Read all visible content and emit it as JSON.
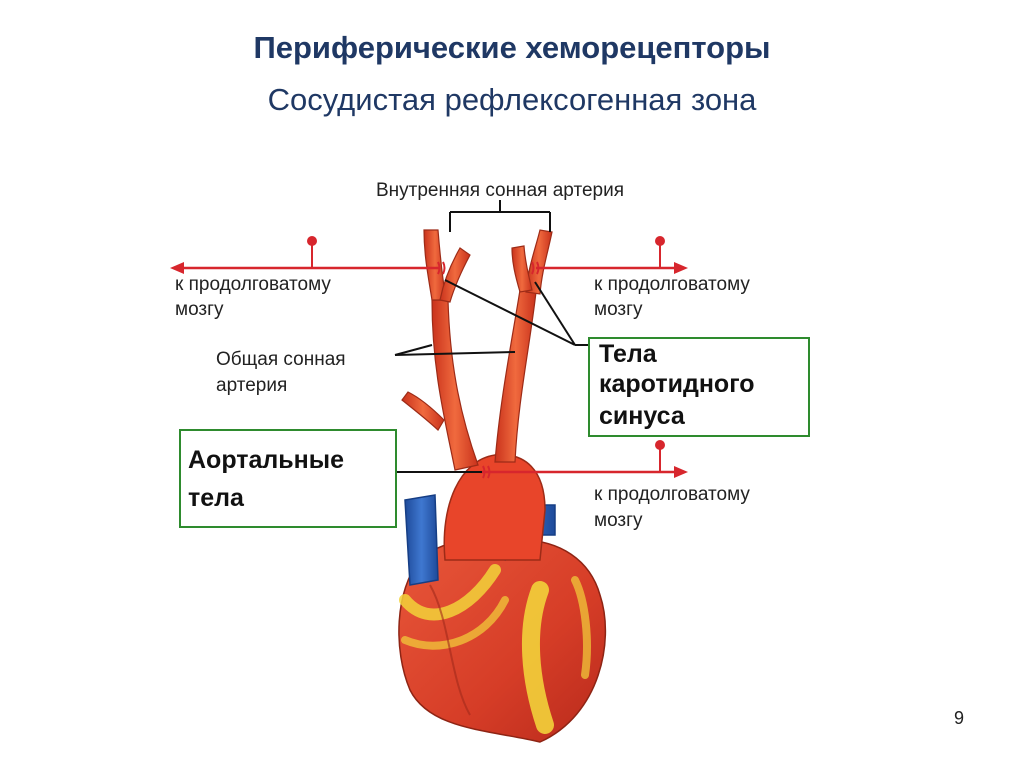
{
  "slide": {
    "title": "Периферические хеморецепторы",
    "subtitle": "Сосудистая рефлексогенная зона",
    "page_number": "9"
  },
  "labels": {
    "internal_carotid": "Внутренняя сонная артерия",
    "to_medulla_left_1": "к продолговатому",
    "to_medulla_left_2": "мозгу",
    "to_medulla_right_1": "к продолговатому",
    "to_medulla_right_2": "мозгу",
    "to_medulla_aorta_1": "к продолговатому",
    "to_medulla_aorta_2": "мозгу",
    "common_carotid_1": "Общая сонная",
    "common_carotid_2": "артерия",
    "carotid_bodies_1": "Тела",
    "carotid_bodies_2": "каротидного",
    "carotid_bodies_3": "синуса",
    "aortic_bodies_1": "Аортальные",
    "aortic_bodies_2": "тела"
  },
  "colors": {
    "title": "#1f3864",
    "nerve": "#d7262d",
    "artery": "#e8452a",
    "vein": "#2c5fb8",
    "fat": "#f2d23a",
    "box_border": "#2e8b2e"
  }
}
